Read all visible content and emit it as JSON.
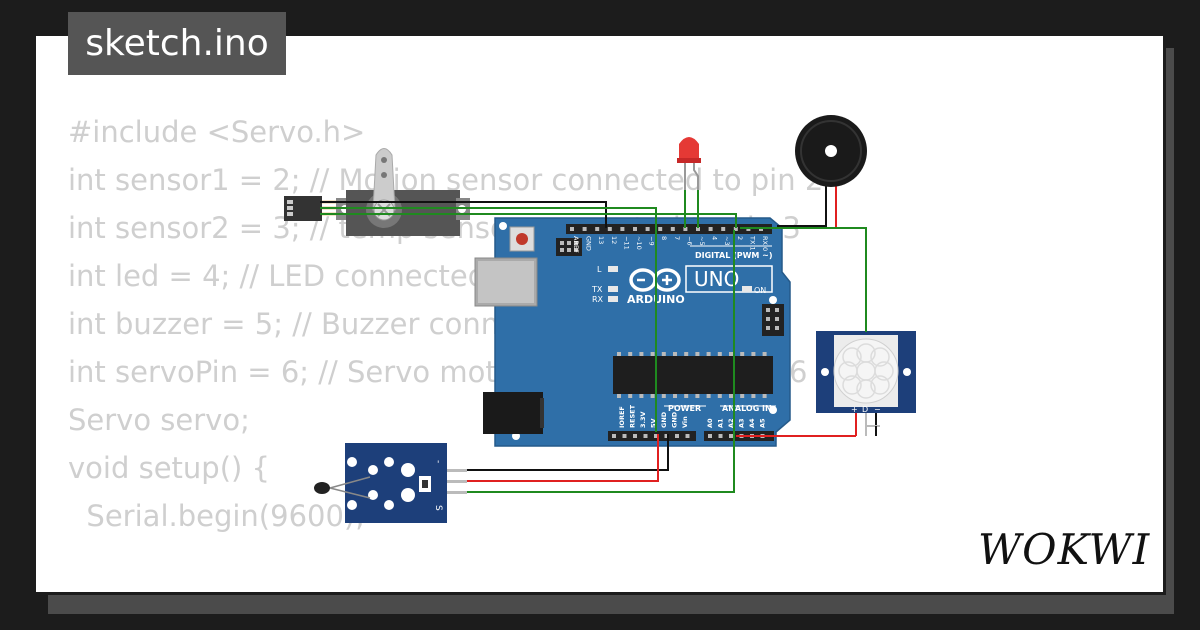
{
  "file_tab": {
    "label": "sketch.ino"
  },
  "code_lines": [
    "#include <Servo.h>",
    "",
    "int sensor1 = 2; // Motion sensor connected to pin 2",
    "int sensor2 = 3; // temp sensor connected to pin 3",
    "int led = 4; // LED connected to pin 4",
    "int buzzer = 5; // Buzzer connected to pin 5",
    "int servoPin = 6; // Servo motor connected to pin 6",
    "Servo servo;",
    "",
    "void setup() {",
    "  Serial.begin(9600);"
  ],
  "board": {
    "brand": "ARDUINO",
    "model": "UNO",
    "digital_label": "DIGITAL (PWM ~)",
    "power_label": "POWER",
    "analog_label": "ANALOG IN",
    "on_label": "ON",
    "tx_label": "TX",
    "rx_label": "RX",
    "l_label": "L",
    "top_pins": [
      "AREF",
      "GND",
      "13",
      "12",
      "~11",
      "~10",
      "~9",
      "8",
      "7",
      "~6",
      "~5",
      "4",
      "~3",
      "2",
      "TX 1",
      "RX 0"
    ],
    "power_pins": [
      "IOREF",
      "RESET",
      "3.3V",
      "5V",
      "GND",
      "GND",
      "Vin"
    ],
    "analog_pins": [
      "A0",
      "A1",
      "A2",
      "A3",
      "A4",
      "A5"
    ]
  },
  "pir": {
    "pin_labels": [
      "+",
      "D",
      "−"
    ]
  },
  "temp_module": {
    "pin_labels": [
      "-",
      "S"
    ]
  },
  "logo": {
    "text": "WOKWI"
  },
  "colors": {
    "board_blue": "#2f6fa8",
    "wire_green": "#1f8a1f",
    "wire_red": "#e02020",
    "wire_black": "#111111",
    "code_text": "#cfcfcf",
    "tab_bg": "#555555",
    "module_blue": "#1d3f7a"
  }
}
